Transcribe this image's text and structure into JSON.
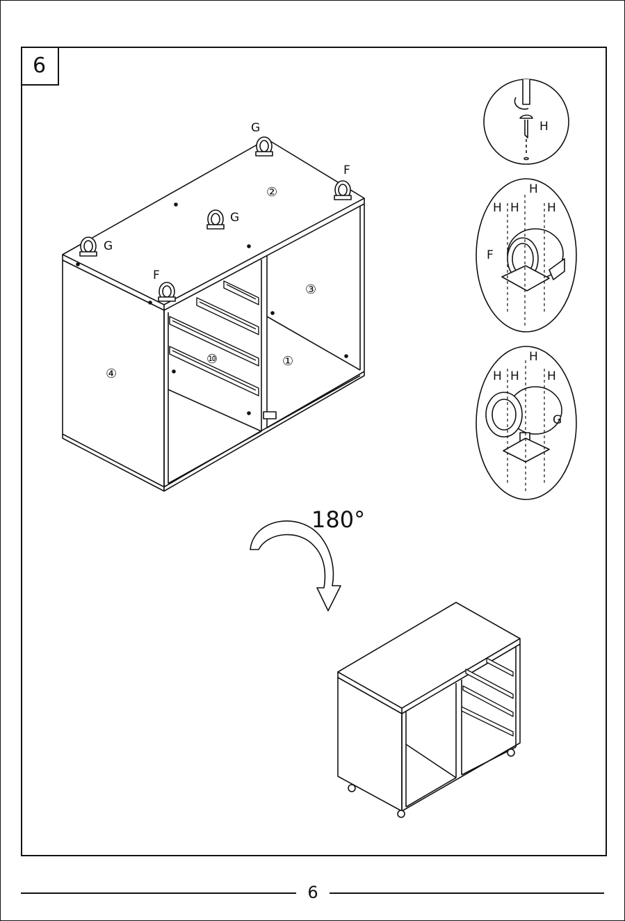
{
  "step": {
    "number": "6"
  },
  "rotation": {
    "label": "180°"
  },
  "parts": {
    "caster_fixed": "F",
    "caster_swivel": "G",
    "screw": "H",
    "panel_1": "①",
    "panel_2": "②",
    "panel_3": "③",
    "panel_4": "④",
    "panel_10": "⑩"
  },
  "footer": {
    "page_number": "6"
  }
}
